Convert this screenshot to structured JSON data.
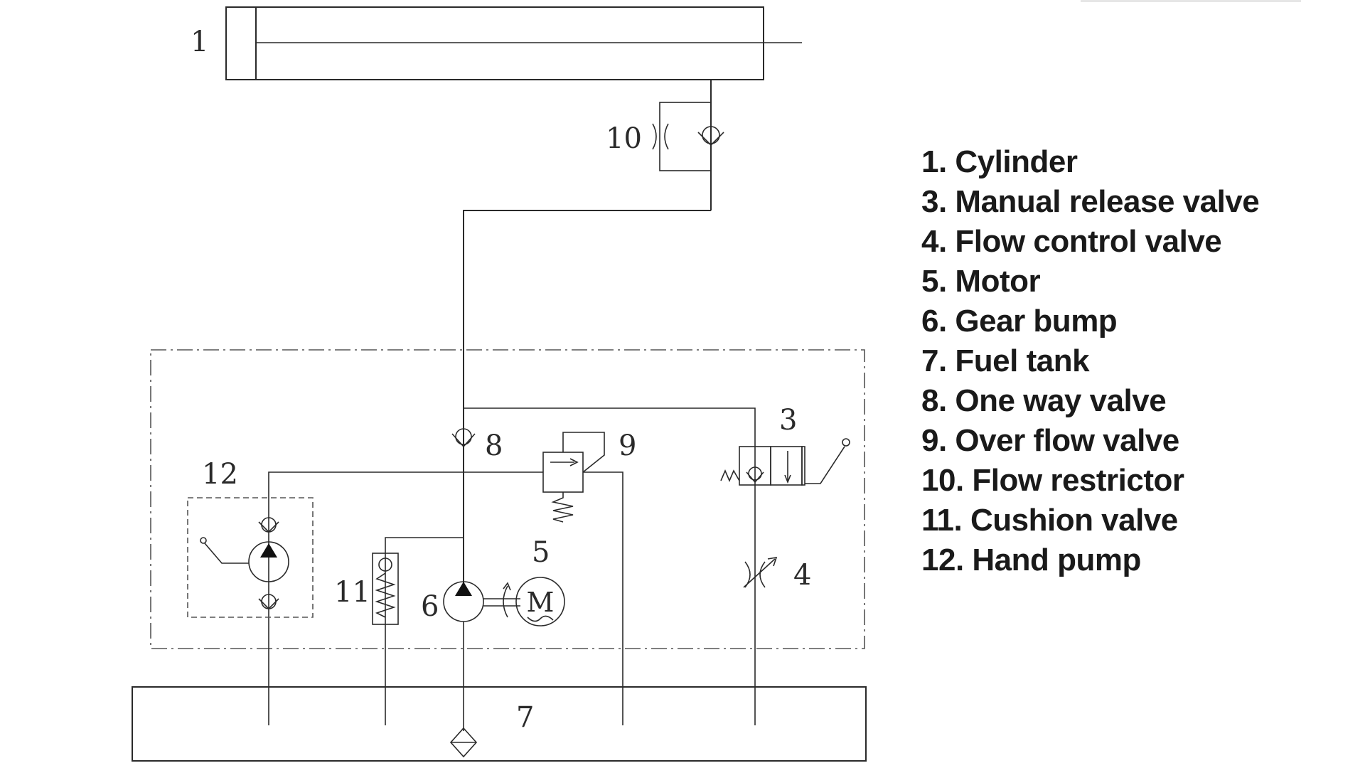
{
  "components": [
    {
      "id": "1",
      "label": "1"
    },
    {
      "id": "3",
      "label": "3"
    },
    {
      "id": "4",
      "label": "4"
    },
    {
      "id": "5",
      "label": "5"
    },
    {
      "id": "6",
      "label": "6"
    },
    {
      "id": "7",
      "label": "7"
    },
    {
      "id": "8",
      "label": "8"
    },
    {
      "id": "9",
      "label": "9"
    },
    {
      "id": "10",
      "label": "10"
    },
    {
      "id": "11",
      "label": "11"
    },
    {
      "id": "12",
      "label": "12"
    }
  ],
  "motor_symbol": "M",
  "legend": [
    "1. Cylinder",
    "3. Manual release valve",
    "4. Flow control valve",
    "5. Motor",
    "6. Gear bump",
    "7. Fuel tank",
    "8. One way valve",
    "9. Over flow valve",
    "10. Flow restrictor",
    "11. Cushion valve",
    "12. Hand pump"
  ]
}
